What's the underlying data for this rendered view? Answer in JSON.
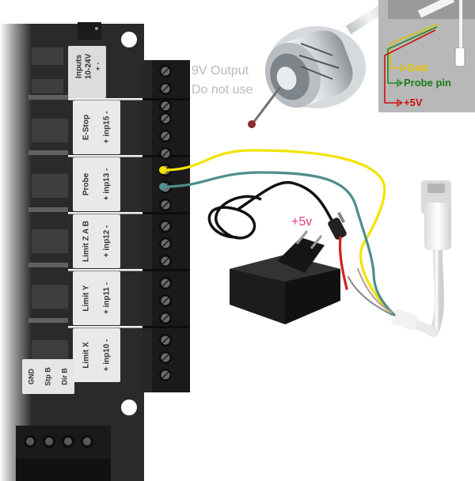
{
  "board": {
    "note_line1": "9V Output",
    "note_line2": "Do not use",
    "inputs_label": "Inputs",
    "inputs_voltage": "10-24V",
    "inputs_polarity": "+        -",
    "rows": [
      {
        "name": "E-Stop",
        "pins": "+ inp15 -"
      },
      {
        "name": "Probe",
        "pins": "+ inp13 -"
      },
      {
        "name": "Limit Z A B",
        "pins": "+ inp12 -"
      },
      {
        "name": "Limit Y",
        "pins": "+ inp11 -"
      },
      {
        "name": "Limit X",
        "pins": "+ inp10 -"
      }
    ],
    "bottom_labels": [
      "GND",
      "Stp B",
      "Dir B"
    ]
  },
  "probe_legend": {
    "gnd": "Gnd",
    "probe_pin": "Probe pin",
    "plus5v": "+5V"
  },
  "power_label": "+5v",
  "colors": {
    "gnd_legend": "#e8c800",
    "probe_legend": "#1a7a1a",
    "plus5v_legend": "#cc1111",
    "yellow_wire": "#f2e300",
    "teal_wire": "#4f8e8c",
    "red_wire": "#d42020",
    "plus5v_text": "#e0407a"
  }
}
